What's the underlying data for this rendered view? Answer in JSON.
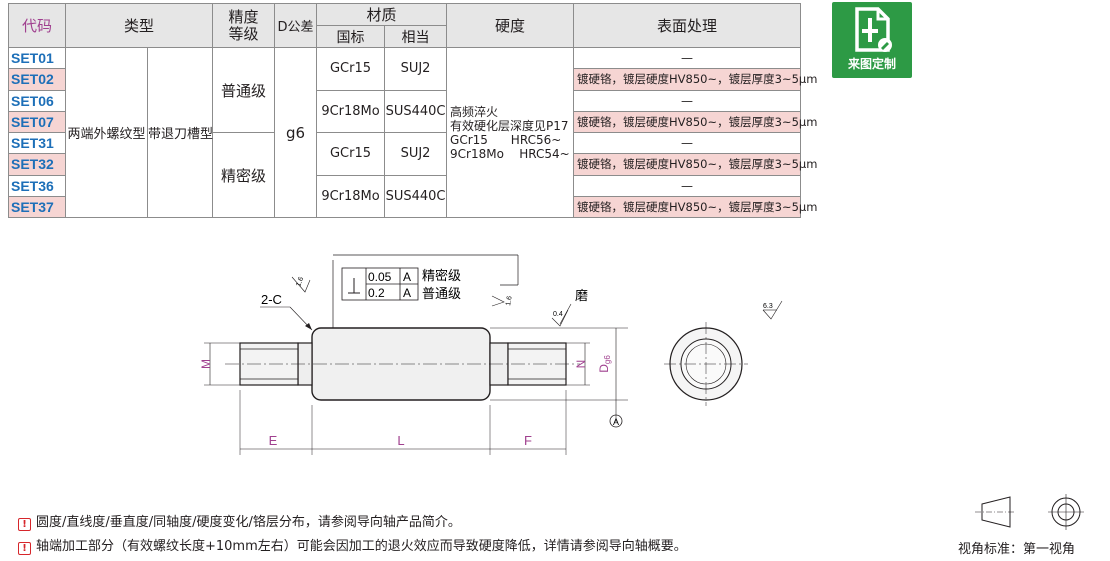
{
  "table": {
    "headers": {
      "code": "代码",
      "type": "类型",
      "grade_line1": "精度",
      "grade_line2": "等级",
      "dtol": "D公差",
      "material": "材质",
      "mat_gb": "国标",
      "mat_eq": "相当",
      "hardness": "硬度",
      "surface": "表面处理"
    },
    "codes": [
      "SET01",
      "SET02",
      "SET06",
      "SET07",
      "SET31",
      "SET32",
      "SET36",
      "SET37"
    ],
    "type1": "两端外螺纹型",
    "type2": "带退刀槽型",
    "grade_normal": "普通级",
    "grade_precise": "精密级",
    "dtol_value": "g6",
    "materials": [
      {
        "gb": "GCr15",
        "eq": "SUJ2"
      },
      {
        "gb": "9Cr18Mo",
        "eq": "SUS440C"
      },
      {
        "gb": "GCr15",
        "eq": "SUJ2"
      },
      {
        "gb": "9Cr18Mo",
        "eq": "SUS440C"
      }
    ],
    "hardness_lines": [
      "高频淬火",
      "有效硬化层深度见P17",
      "GCr15      HRC56~",
      "9Cr18Mo    HRC54~"
    ],
    "surface_none": "—",
    "surface_chrome": "镀硬铬，镀层硬度HV850~，镀层厚度3~5μm"
  },
  "custom_button": {
    "label": "来图定制",
    "icon": "drawing-edit-icon"
  },
  "drawing": {
    "tol1": "0.05",
    "ref1": "A",
    "grade1": "精密级",
    "tol2": "0.2",
    "ref2": "A",
    "grade2": "普通级",
    "chamfer": "2-C",
    "rough_left": "1.6",
    "rough_right": "1.6",
    "grind_label": "磨",
    "rough_grind": "0.4",
    "rough_general": "6.3",
    "dim_M": "M",
    "dim_N": "N",
    "dim_D": "D",
    "dim_D_sub": "g6",
    "datum": "A",
    "dim_E": "E",
    "dim_L": "L",
    "dim_F": "F"
  },
  "notes": [
    "圆度/直线度/垂直度/同轴度/硬度变化/铬层分布，请参阅导向轴产品简介。",
    "轴端加工部分（有效螺纹长度+10mm左右）可能会因加工的退火效应而导致硬度降低，详情请参阅导向轴概要。"
  ],
  "view_label": "视角标准：第一视角",
  "colors": {
    "code_blue": "#1d6fb8",
    "header_gray": "#e6e6e6",
    "row_pink": "#f6d5d3",
    "brand_green": "#2d9a45",
    "dim_purple": "#a0408f",
    "note_red": "#d6262b"
  }
}
